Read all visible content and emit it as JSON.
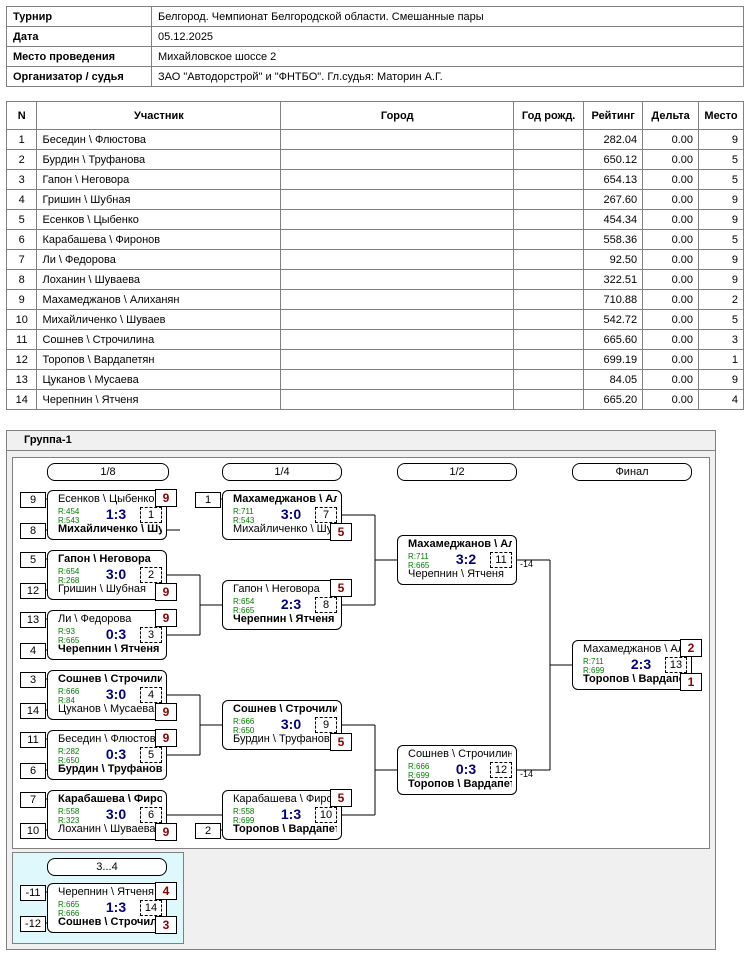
{
  "tournament_info": [
    {
      "key": "Турнир",
      "value": "Белгород. Чемпионат Белгородской области. Смешанные пары"
    },
    {
      "key": "Дата",
      "value": "05.12.2025"
    },
    {
      "key": "Место проведения",
      "value": "Михайловское шоссе 2"
    },
    {
      "key": "Организатор / судья",
      "value": "ЗАО \"Автодорстрой\" и \"ФНТБО\". Гл.судья: Маторин А.Г."
    }
  ],
  "participants": {
    "headers": {
      "n": "N",
      "name": "Участник",
      "city": "Город",
      "born": "Год рожд.",
      "rating": "Рейтинг",
      "delta": "Дельта",
      "place": "Место"
    },
    "rows": [
      {
        "n": "1",
        "name": "Беседин \\ Флюстова",
        "city": "",
        "born": "",
        "rating": "282.04",
        "delta": "0.00",
        "place": "9"
      },
      {
        "n": "2",
        "name": "Бурдин \\ Труфанова",
        "city": "",
        "born": "",
        "rating": "650.12",
        "delta": "0.00",
        "place": "5"
      },
      {
        "n": "3",
        "name": "Гапон \\ Неговора",
        "city": "",
        "born": "",
        "rating": "654.13",
        "delta": "0.00",
        "place": "5"
      },
      {
        "n": "4",
        "name": "Гришин \\ Шубная",
        "city": "",
        "born": "",
        "rating": "267.60",
        "delta": "0.00",
        "place": "9"
      },
      {
        "n": "5",
        "name": "Есенков \\ Цыбенко",
        "city": "",
        "born": "",
        "rating": "454.34",
        "delta": "0.00",
        "place": "9"
      },
      {
        "n": "6",
        "name": "Карабашева \\ Фиронов",
        "city": "",
        "born": "",
        "rating": "558.36",
        "delta": "0.00",
        "place": "5"
      },
      {
        "n": "7",
        "name": "Ли \\ Федорова",
        "city": "",
        "born": "",
        "rating": "92.50",
        "delta": "0.00",
        "place": "9"
      },
      {
        "n": "8",
        "name": "Лоханин \\ Шуваева",
        "city": "",
        "born": "",
        "rating": "322.51",
        "delta": "0.00",
        "place": "9"
      },
      {
        "n": "9",
        "name": "Махамеджанов \\ Алиханян",
        "city": "",
        "born": "",
        "rating": "710.88",
        "delta": "0.00",
        "place": "2"
      },
      {
        "n": "10",
        "name": "Михайличенко \\ Шуваев",
        "city": "",
        "born": "",
        "rating": "542.72",
        "delta": "0.00",
        "place": "5"
      },
      {
        "n": "11",
        "name": "Сошнев \\ Строчилина",
        "city": "",
        "born": "",
        "rating": "665.60",
        "delta": "0.00",
        "place": "3"
      },
      {
        "n": "12",
        "name": "Торопов \\ Вардапетян",
        "city": "",
        "born": "",
        "rating": "699.19",
        "delta": "0.00",
        "place": "1"
      },
      {
        "n": "13",
        "name": "Цуканов \\ Мусаева",
        "city": "",
        "born": "",
        "rating": "84.05",
        "delta": "0.00",
        "place": "9"
      },
      {
        "n": "14",
        "name": "Черепнин \\ Ятченя",
        "city": "",
        "born": "",
        "rating": "665.20",
        "delta": "0.00",
        "place": "4"
      }
    ]
  },
  "group": {
    "title": "Группа-1",
    "rounds": [
      "1/8",
      "1/4",
      "1/2",
      "Финал"
    ],
    "third_place_label": "3...4",
    "matches": [
      {
        "id": "r16-1",
        "no": "1",
        "score": "1:3",
        "top": {
          "name": "Есенков \\ Цыбенко",
          "rating": "R:454",
          "seed": "9",
          "place": "9",
          "winner": false
        },
        "bottom": {
          "name": "Михайличенко \\ Шуваев",
          "rating": "R:543",
          "seed": "8",
          "winner": true
        }
      },
      {
        "id": "r16-2",
        "no": "2",
        "score": "3:0",
        "top": {
          "name": "Гапон \\ Неговора",
          "rating": "R:654",
          "seed": "5",
          "winner": true
        },
        "bottom": {
          "name": "Гришин \\ Шубная",
          "rating": "R:268",
          "seed": "12",
          "place": "9",
          "winner": false
        }
      },
      {
        "id": "r16-3",
        "no": "3",
        "score": "0:3",
        "top": {
          "name": "Ли \\ Федорова",
          "rating": "R:93",
          "seed": "13",
          "place": "9",
          "winner": false
        },
        "bottom": {
          "name": "Черепнин \\ Ятченя",
          "rating": "R:665",
          "seed": "4",
          "winner": true
        }
      },
      {
        "id": "r16-4",
        "no": "4",
        "score": "3:0",
        "top": {
          "name": "Сошнев \\ Строчилина",
          "rating": "R:666",
          "seed": "3",
          "winner": true
        },
        "bottom": {
          "name": "Цуканов \\ Мусаева",
          "rating": "R:84",
          "seed": "14",
          "place": "9",
          "winner": false
        }
      },
      {
        "id": "r16-5",
        "no": "5",
        "score": "0:3",
        "top": {
          "name": "Беседин \\ Флюстова",
          "rating": "R:282",
          "seed": "11",
          "place": "9",
          "winner": false
        },
        "bottom": {
          "name": "Бурдин \\ Труфанова",
          "rating": "R:650",
          "seed": "6",
          "winner": true
        }
      },
      {
        "id": "r16-6",
        "no": "6",
        "score": "3:0",
        "top": {
          "name": "Карабашева \\ Фиронов",
          "rating": "R:558",
          "seed": "7",
          "winner": true
        },
        "bottom": {
          "name": "Лоханин \\ Шуваева",
          "rating": "R:323",
          "seed": "10",
          "place": "9",
          "winner": false
        }
      },
      {
        "id": "qf-1",
        "no": "7",
        "score": "3:0",
        "top": {
          "name": "Махамеджанов \\ Алиханян",
          "rating": "R:711",
          "seed": "1",
          "winner": true
        },
        "bottom": {
          "name": "Михайличенко \\ Шуваев",
          "rating": "R:543",
          "place": "5",
          "winner": false
        }
      },
      {
        "id": "qf-2",
        "no": "8",
        "score": "2:3",
        "top": {
          "name": "Гапон \\ Неговора",
          "rating": "R:654",
          "place": "5",
          "winner": false
        },
        "bottom": {
          "name": "Черепнин \\ Ятченя",
          "rating": "R:665",
          "winner": true
        }
      },
      {
        "id": "qf-3",
        "no": "9",
        "score": "3:0",
        "top": {
          "name": "Сошнев \\ Строчилина",
          "rating": "R:666",
          "winner": true
        },
        "bottom": {
          "name": "Бурдин \\ Труфанова",
          "rating": "R:650",
          "place": "5",
          "winner": false
        }
      },
      {
        "id": "qf-4",
        "no": "10",
        "score": "1:3",
        "top": {
          "name": "Карабашева \\ Фиронов",
          "rating": "R:558",
          "place": "5",
          "winner": false
        },
        "bottom": {
          "name": "Торопов \\ Вардапетян",
          "rating": "R:699",
          "seed": "2",
          "winner": true
        }
      },
      {
        "id": "sf-1",
        "no": "11",
        "score": "3:2",
        "loser_label": "-14",
        "top": {
          "name": "Махамеджанов \\ Алиханян",
          "rating": "R:711",
          "winner": true
        },
        "bottom": {
          "name": "Черепнин \\ Ятченя",
          "rating": "R:665",
          "winner": false
        }
      },
      {
        "id": "sf-2",
        "no": "12",
        "score": "0:3",
        "loser_label": "-14",
        "top": {
          "name": "Сошнев \\ Строчилина",
          "rating": "R:666",
          "winner": false
        },
        "bottom": {
          "name": "Торопов \\ Вардапетян",
          "rating": "R:699",
          "winner": true
        }
      },
      {
        "id": "final",
        "no": "13",
        "score": "2:3",
        "top": {
          "name": "Махамеджанов \\ Алиханян",
          "rating": "R:711",
          "place": "2",
          "winner": false
        },
        "bottom": {
          "name": "Торопов \\ Вардапетян",
          "rating": "R:699",
          "place": "1",
          "winner": true
        }
      },
      {
        "id": "third",
        "no": "14",
        "score": "1:3",
        "top": {
          "name": "Черепнин \\ Ятченя",
          "rating": "R:665",
          "seed": "-11",
          "place": "4",
          "winner": false
        },
        "bottom": {
          "name": "Сошнев \\ Строчилина",
          "rating": "R:666",
          "seed": "-12",
          "place": "3",
          "winner": true
        }
      }
    ]
  },
  "colors": {
    "score": "#000080",
    "rating": "#008000",
    "place": "#8b0000",
    "third_place_bg": "#dff8fb"
  }
}
